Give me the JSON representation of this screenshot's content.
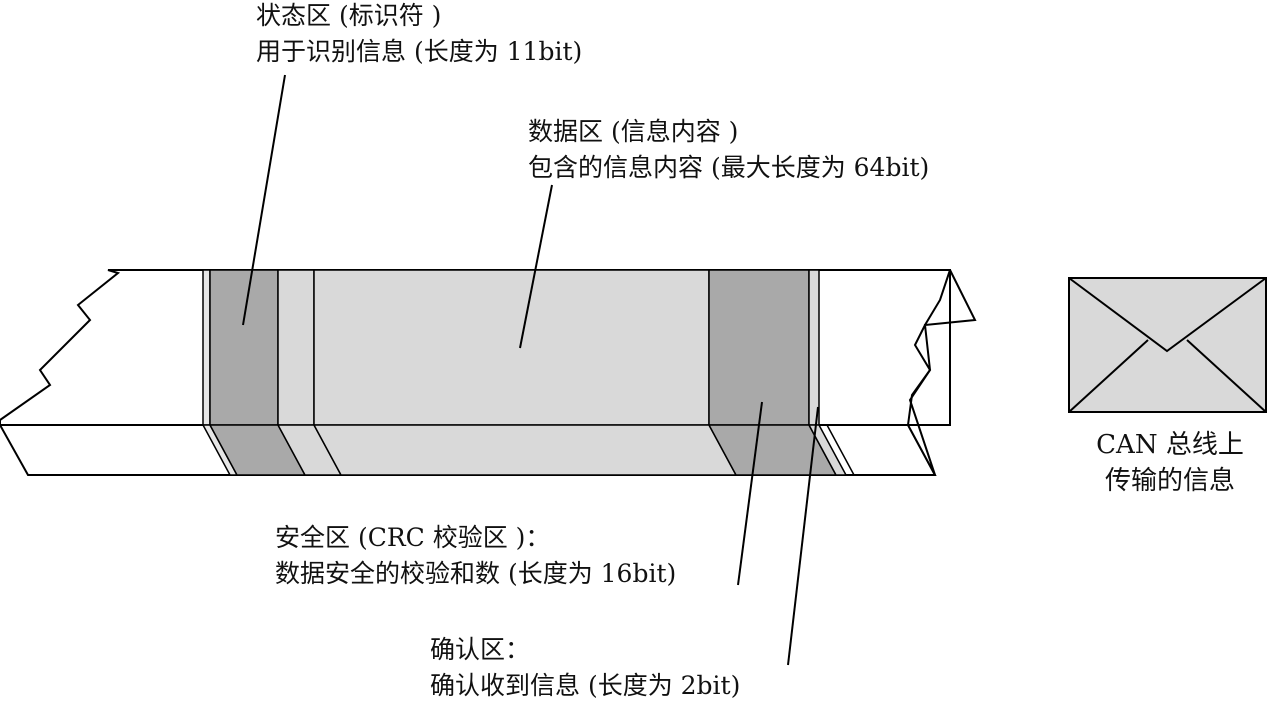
{
  "labels": {
    "status": {
      "line1": "状态区 (标识符 )",
      "line2": "用于识别信息 (长度为 11bit)"
    },
    "data": {
      "line1": "数据区 (信息内容 )",
      "line2": "包含的信息内容 (最大长度为 64bit)"
    },
    "safety": {
      "line1": "安全区 (CRC 校验区 )：",
      "line2": "数据安全的校验和数 (长度为 16bit)"
    },
    "ack": {
      "line1": "确认区：",
      "line2": "确认收到信息 (长度为 2bit)"
    },
    "envelope": {
      "line1": "CAN 总线上",
      "line2": "传输的信息"
    }
  },
  "colors": {
    "dark_gray": "#a9a9a9",
    "light_gray": "#d9d9d9",
    "outline": "#000000",
    "background": "#ffffff"
  },
  "icons": {
    "envelope": "envelope-icon"
  }
}
